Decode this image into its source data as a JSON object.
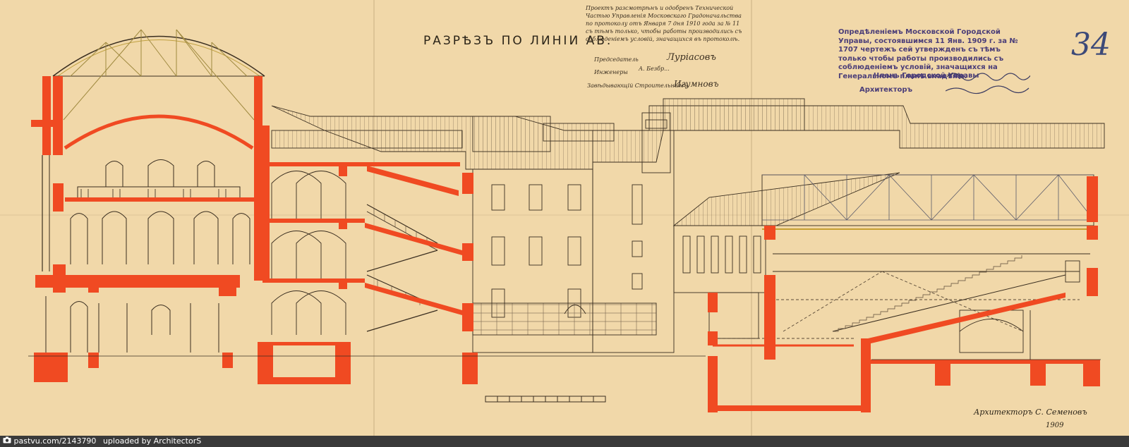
{
  "document": {
    "title": "РАЗРѢЗЪ ПО ЛИНІИ АВ.",
    "sheet_number": "34",
    "approval_note": {
      "text": "Проектъ разсмотрѣнъ и одобренъ Технической Частью Управленія Московскаго Градоначальства по протоколу отъ Января 7 дня 1910 года за № 11 съ тѣмъ только, чтобы работы производились съ соблюденіемъ условій, значащихся въ протоколѣ.",
      "signatures": [
        {
          "role": "Председатель",
          "name": "Лурiасовъ"
        },
        {
          "role": "Инженеры",
          "name": "А. Безбр..."
        },
        {
          "role": "Завѣдывающій Строительнымъ",
          "name": "Игумновъ"
        }
      ]
    },
    "city_stamp": {
      "text": "Опредѣленіемъ Московской Городской Управы, состоявшимся 11 Янв. 1909 г. за № 1707 чертежъ сей утвержденъ съ тѣмъ только чтобы работы производились съ соблюденіемъ условій, значащихся на Генеральномъ планѣ владѣнія.",
      "member_label": "Членъ Городской Управы",
      "architect_label": "Архитекторъ"
    },
    "architect_signature": "Архитекторъ С. Семеновъ",
    "signature_date": "1909"
  },
  "footer": {
    "camera_icon": "camera-icon",
    "source": "pastvu.com/2143790",
    "uploader": "uploaded by ArchitectorS"
  },
  "colors": {
    "paper": "#f1d8a9",
    "cut_walls": "#f04a22",
    "ink": "#3a2e20",
    "stamp_ink": "#4a3d78",
    "footer_bg": "#3a3a3a"
  }
}
